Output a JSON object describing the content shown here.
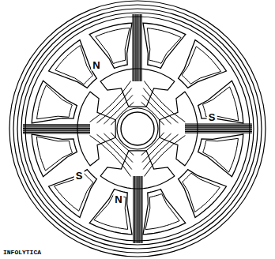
{
  "diagram": {
    "labels": [
      "N",
      "S",
      "S",
      "N",
      "INFOLYTICA"
    ]
  }
}
